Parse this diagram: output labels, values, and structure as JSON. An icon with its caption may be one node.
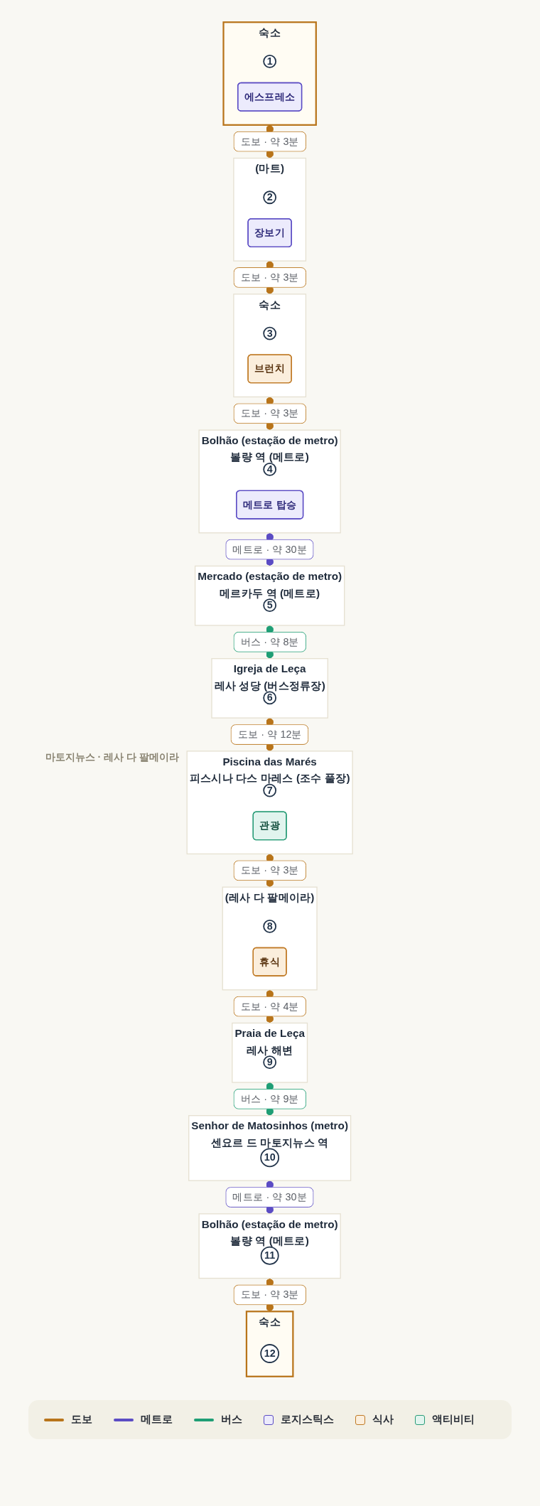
{
  "diagram": {
    "nodes": [
      {
        "text": [
          "숙소"
        ]
      },
      {
        "text": [
          "1"
        ],
        "in": 0
      },
      {
        "text": [
          "에스프레소"
        ],
        "in": 0
      },
      {
        "text": [
          "(마트)"
        ]
      },
      {
        "text": [
          "2"
        ],
        "in": 3
      },
      {
        "text": [
          "장보기"
        ],
        "in": 3
      },
      {
        "text": [
          "숙소"
        ]
      },
      {
        "text": [
          "3"
        ],
        "in": 6
      },
      {
        "text": [
          "브런치"
        ],
        "in": 6
      },
      {
        "text": [
          "Bolhão (estação de metro)",
          "볼량 역 (메트로)"
        ]
      },
      {
        "text": [
          "4"
        ],
        "in": 9
      },
      {
        "text": [
          "메트로 탑승"
        ],
        "in": 9
      },
      {
        "text": [
          "Mercado (estação de metro)",
          "메르카두 역 (메트로)"
        ]
      },
      {
        "text": [
          "5"
        ],
        "in": 12
      },
      {
        "text": [
          "Igreja de Leça",
          "레사 성당 (버스정류장)"
        ]
      },
      {
        "text": [
          "6"
        ],
        "in": 14
      },
      {
        "text": [
          "Piscina das Marés",
          "피스시나 다스 마레스 (조수 풀장)"
        ]
      },
      {
        "text": [
          "7"
        ],
        "in": 16
      },
      {
        "text": [
          "관광"
        ],
        "in": 16
      },
      {
        "text": [
          "(레사 다 팔메이라)"
        ]
      },
      {
        "text": [
          "8"
        ],
        "in": 19
      },
      {
        "text": [
          "휴식"
        ],
        "in": 19
      },
      {
        "text": [
          "Praia de Leça",
          "레사 해변"
        ]
      },
      {
        "text": [
          "9"
        ],
        "in": 22
      },
      {
        "text": [
          "Senhor de Matosinhos (metro)",
          "센요르 드 마토지뉴스 역"
        ]
      },
      {
        "text": [
          "10"
        ],
        "in": 24
      },
      {
        "text": [
          "Bolhão (estação de metro)",
          "볼량 역 (메트로)"
        ]
      },
      {
        "text": [
          "11"
        ],
        "in": 26
      },
      {
        "text": [
          "숙소"
        ]
      },
      {
        "text": [
          "12"
        ],
        "in": 28
      }
    ],
    "edges": [
      {
        "from": 0,
        "to": 3,
        "arrow": "other",
        "label": "도보 · 약 3분"
      },
      {
        "from": 3,
        "to": 6,
        "arrow": "other",
        "label": "도보 · 약 3분"
      },
      {
        "from": 6,
        "to": 9,
        "arrow": "other",
        "label": "도보 · 약 3분"
      },
      {
        "from": 9,
        "to": 12,
        "arrow": "other",
        "label": "메트로 · 약 30분",
        "color": "#5b4cc4"
      },
      {
        "from": 12,
        "to": 14,
        "arrow": "other",
        "label": "버스 · 약 8분",
        "color": "#1f9e75"
      },
      {
        "from": 14,
        "to": 16,
        "arrow": "other",
        "label": "도보 · 약 12분"
      },
      {
        "from": 16,
        "to": 19,
        "arrow": "other",
        "label": "도보 · 약 3분"
      },
      {
        "from": 19,
        "to": 22,
        "arrow": "other",
        "label": "도보 · 약 4분"
      },
      {
        "from": 22,
        "to": 24,
        "arrow": "other",
        "label": "버스 · 약 9분",
        "color": "#1f9e75"
      },
      {
        "from": 24,
        "to": 26,
        "arrow": "other",
        "label": "메트로 · 약 30분",
        "color": "#5b4cc4"
      },
      {
        "from": 26,
        "to": 28,
        "arrow": "other",
        "label": "도보 · 약 3분"
      }
    ],
    "labels": [
      "마토지뉴스 · 레사 다 팔메이라"
    ],
    "legend": [
      {
        "text": "도보"
      },
      {
        "text": "메트로"
      },
      {
        "text": "버스"
      },
      {
        "text": "로지스틱스",
        "color": "#ecebfc"
      },
      {
        "text": "식사",
        "color": "#fbeedc"
      },
      {
        "text": "액티비티",
        "color": "#e1f4ee"
      }
    ]
  }
}
